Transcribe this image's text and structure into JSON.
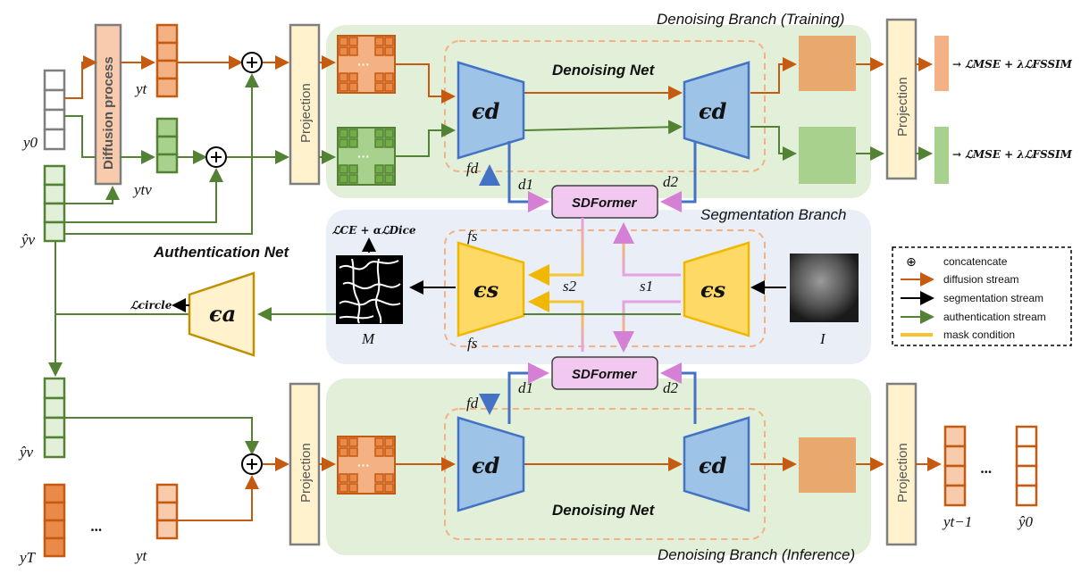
{
  "branches": {
    "training": "Denoising Branch (Training)",
    "segmentation": "Segmentation Branch",
    "inference": "Denoising Branch (Inference)"
  },
  "nets": {
    "denoising_top": "Denoising Net",
    "denoising_bottom": "Denoising Net",
    "authentication": "Authentication Net"
  },
  "blocks": {
    "diffusion_process": "Diffusion process",
    "projection": "Projection",
    "sdformer": "SDFormer",
    "eps_d": "ϵd",
    "eps_s": "ϵs",
    "eps_a": "ϵa"
  },
  "symbols": {
    "y0": "y0",
    "yt": "yt",
    "ytv": "ytv",
    "yv_hat": "ŷv",
    "yT": "yT",
    "yt_minus_1": "yt−1",
    "y0_hat": "ŷ0",
    "fd": "fd",
    "fs": "fs",
    "d1": "d1",
    "d2": "d2",
    "s1": "s1",
    "s2": "s2",
    "M": "M",
    "I": "I",
    "dots": "...",
    "oplus": "⊕"
  },
  "losses": {
    "mse_ssim": "→ ℒMSE + λℒFSSIM",
    "ce_dice": "ℒCE + αℒDice",
    "circle": "ℒcircle"
  },
  "legend": {
    "items": [
      {
        "label": "concatencate",
        "kind": "oplus"
      },
      {
        "label": "diffusion stream",
        "color": "#c55a11"
      },
      {
        "label": "segmentation stream",
        "color": "#000000"
      },
      {
        "label": "authentication stream",
        "color": "#548235"
      },
      {
        "label": "mask condition",
        "color": "#f5c430"
      }
    ]
  },
  "colors": {
    "diffusion": "#c55a11",
    "segmentation": "#000000",
    "authentication": "#548235",
    "mask": "#f5c430",
    "eps_d_fill": "#9dc3e6",
    "eps_s_fill": "#ffd966",
    "sdformer_fill": "#f0c8f0"
  }
}
